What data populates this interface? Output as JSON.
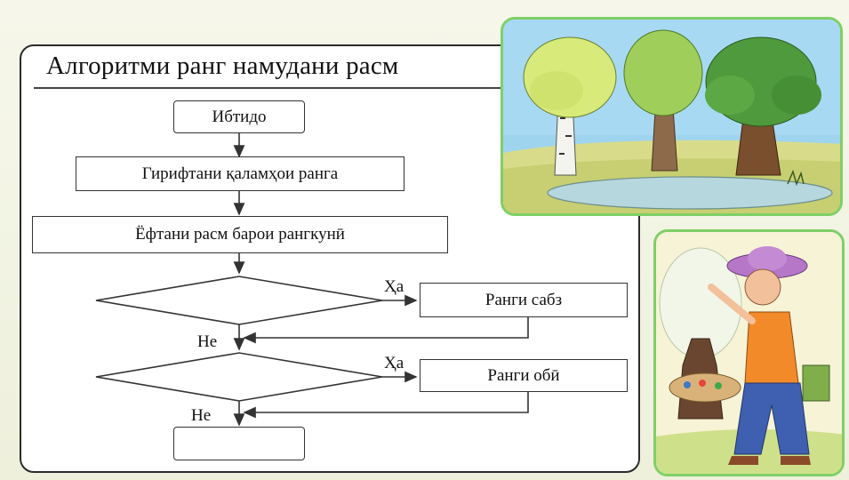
{
  "flowchart": {
    "title": "Алгоритми ранг намудани расм",
    "start_label": "Ибтидо",
    "step_take": "Гирифтани қаламҳои ранга",
    "step_find": "Ёфтани расм барои рангкунӣ",
    "decision1_yes": "Ҳа",
    "action_green": "Ранги сабз",
    "decision1_no": "Не",
    "decision2_yes": "Ҳа",
    "action_blue": "Ранги обӣ",
    "decision2_no": "Не",
    "end_label": ""
  },
  "images": {
    "trees": "illustration-trees-by-pond",
    "painter": "illustration-child-painting-tree"
  },
  "colors": {
    "frame_green": "#7fcf66",
    "line": "#333333"
  }
}
